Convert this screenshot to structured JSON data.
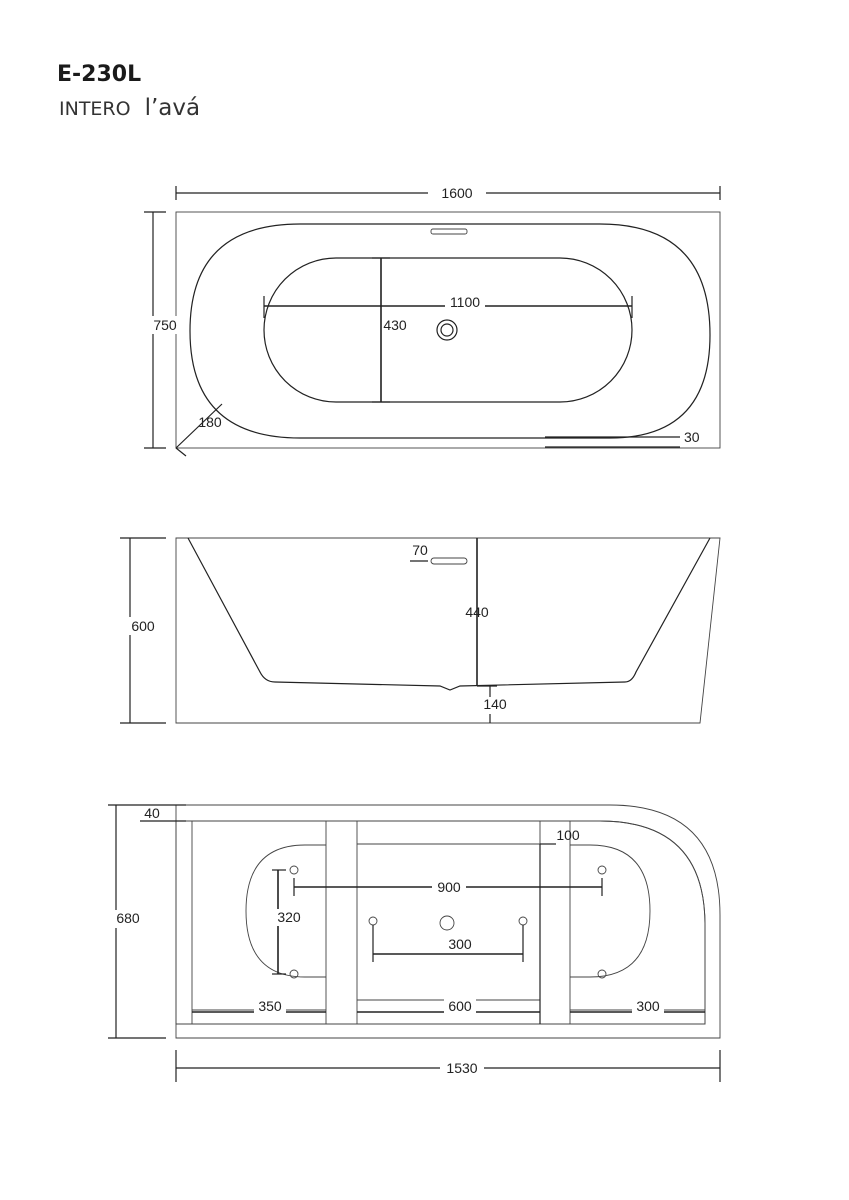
{
  "header": {
    "model": "E-230L",
    "series": "INTERO",
    "brand": "l’avá"
  },
  "top_view": {
    "length": "1600",
    "width": "750",
    "inner_length": "1100",
    "inner_width": "430",
    "corner": "180",
    "edge": "30"
  },
  "side_view": {
    "height": "600",
    "overflow": "70",
    "depth": "440",
    "base": "140"
  },
  "bottom_view": {
    "width": "680",
    "rim": "40",
    "gap": "100",
    "foot_span": "900",
    "left_spacing": "320",
    "center_spacing": "300",
    "left_panel": "350",
    "center_panel": "600",
    "right_panel": "300",
    "length": "1530"
  }
}
